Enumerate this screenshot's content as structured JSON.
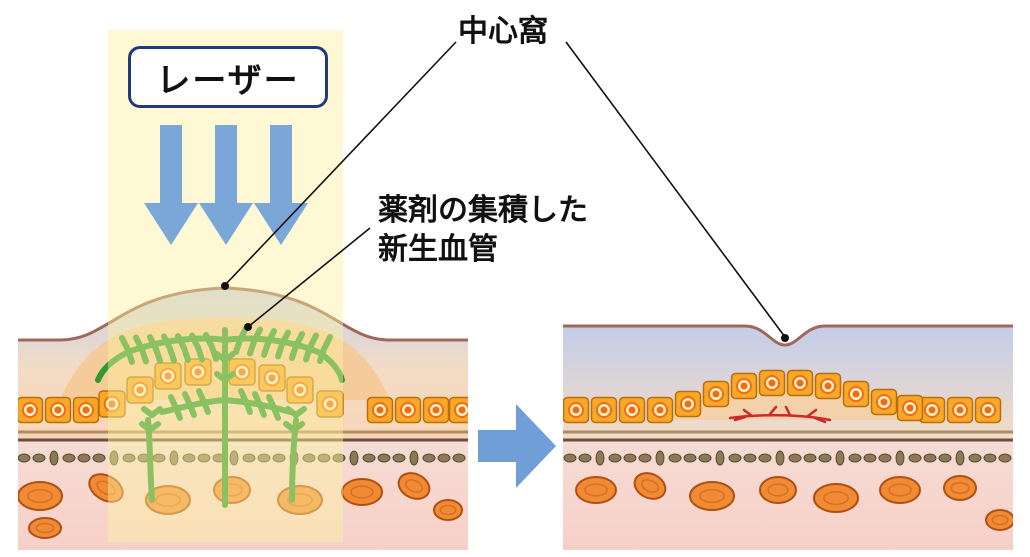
{
  "labels": {
    "laser": "レーザー",
    "fovea": "中心窩",
    "vessel_line1": "薬剤の集積した",
    "vessel_line2": "新生血管"
  },
  "icons": {
    "laser_arrows": "down-arrow-icon",
    "transition_arrow": "right-arrow-icon"
  },
  "colors": {
    "laser_beam": "#fdf3b0",
    "arrow": "#7aa6d8",
    "retina_top": "#c9d3ec",
    "retina_bottom": "#f7d6b8",
    "surface_line": "#a0675a",
    "cell_fill": "#f8a826",
    "cell_nucleus": "#f06a1a",
    "vessel": "#2f9a2f",
    "choroid_red": "#cc3333",
    "blood_cell": "#f08a35"
  }
}
